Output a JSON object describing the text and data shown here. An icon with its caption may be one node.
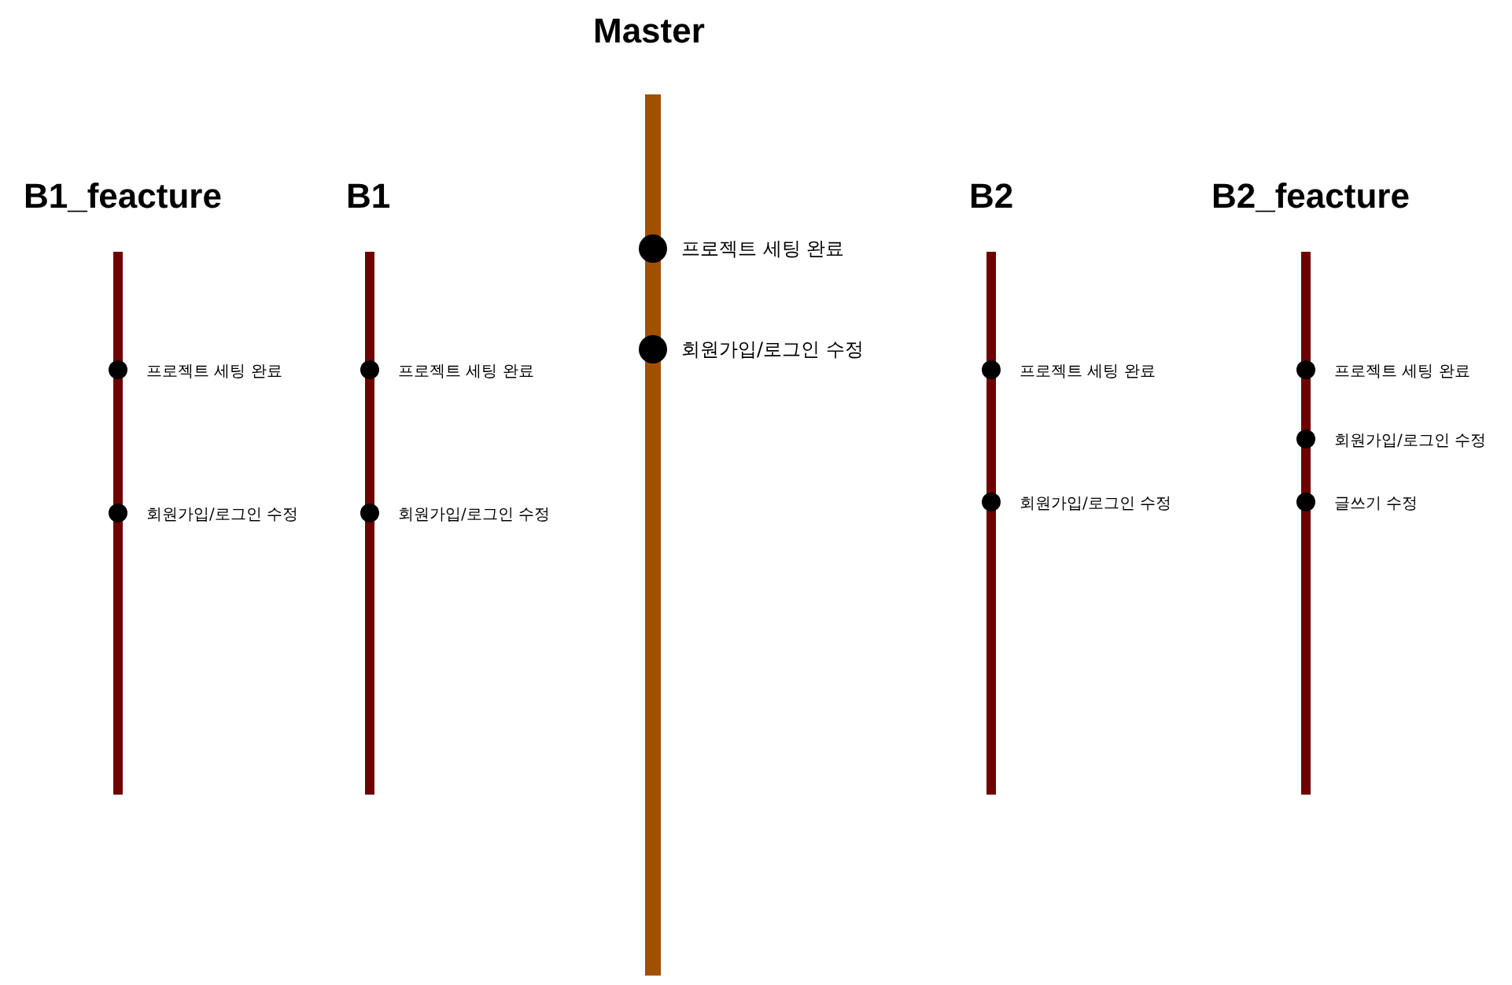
{
  "diagram": {
    "nodes": [
      {
        "text": [
          "B1_feacture"
        ]
      },
      {
        "text": [],
        "shape": "circle",
        "in": 0,
        "beside": [
          "프로젝트 세팅 완료"
        ]
      },
      {
        "text": [],
        "shape": "circle",
        "in": 0,
        "beside": [
          "회원가입/로그인 수정"
        ]
      },
      {
        "text": [
          "B1"
        ]
      },
      {
        "text": [],
        "shape": "circle",
        "in": 3,
        "beside": [
          "프로젝트 세팅 완료"
        ]
      },
      {
        "text": [],
        "shape": "circle",
        "in": 3,
        "beside": [
          "회원가입/로그인 수정"
        ]
      },
      {
        "text": [
          "Master"
        ]
      },
      {
        "text": [],
        "shape": "circle",
        "in": 6,
        "beside": [
          "프로젝트 세팅 완료"
        ]
      },
      {
        "text": [],
        "shape": "circle",
        "in": 6,
        "beside": [
          "회원가입/로그인 수정"
        ]
      },
      {
        "text": [
          "B2"
        ]
      },
      {
        "text": [],
        "shape": "circle",
        "in": 9,
        "beside": [
          "프로젝트 세팅 완료"
        ]
      },
      {
        "text": [],
        "shape": "circle",
        "in": 9,
        "beside": [
          "회원가입/로그인 수정"
        ]
      },
      {
        "text": [
          "B2_feacture"
        ]
      },
      {
        "text": [],
        "shape": "circle",
        "in": 12,
        "beside": [
          "프로젝트 세팅 완료"
        ]
      },
      {
        "text": [],
        "shape": "circle",
        "in": 12,
        "beside": [
          "회원가입/로그인 수정"
        ]
      },
      {
        "text": [],
        "shape": "circle",
        "in": 12,
        "beside": [
          "글쓰기 수정"
        ]
      }
    ]
  }
}
